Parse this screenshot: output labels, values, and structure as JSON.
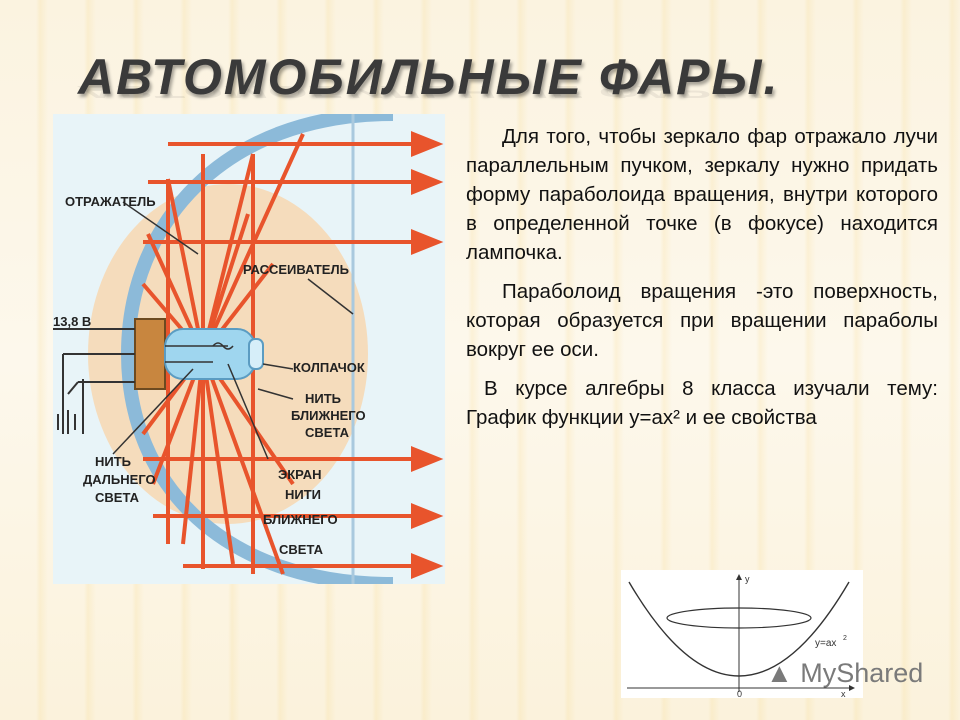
{
  "slide": {
    "title": "АВТОМОБИЛЬНЫЕ ФАРЫ.",
    "paragraphs": [
      "Для того, чтобы зеркало фар отражало лучи параллельным пучком, зеркалу нужно придать форму параболоида вращения, внутри которого в определенной точке (в фокусе) находится лампочка.",
      "Параболоид вращения -это поверхность, которая образуется при вращении параболы вокруг ее оси.",
      "В курсе алгебры 8 класса изучали тему: График функции y=ax² и ее свойства"
    ]
  },
  "diagram": {
    "labels": {
      "reflector": "ОТРАЖАТЕЛЬ",
      "diffuser": "РАССЕИВАТЕЛЬ",
      "voltage": "13,8 В",
      "cap": "КОЛПАЧОК",
      "low_beam_1": "НИТЬ",
      "low_beam_2": "БЛИЖНЕГО",
      "low_beam_3": "СВЕТА",
      "high_beam_1": "НИТЬ",
      "high_beam_2": "ДАЛЬНЕГО",
      "high_beam_3": "СВЕТА",
      "screen_1": "ЭКРАН",
      "screen_2": "НИТИ",
      "screen_3": "БЛИЖНЕГО",
      "screen_4": "СВЕТА"
    },
    "colors": {
      "ray": "#e8542c",
      "mirror": "#7ab0d8",
      "glow": "#f3d9b8",
      "background": "#e8f4f8"
    }
  },
  "graph": {
    "y_label": "y",
    "x_label": "x",
    "origin_label": "0",
    "formula_text": "y=ax",
    "formula_exp": "2"
  },
  "watermark": {
    "text": "MyShared"
  }
}
